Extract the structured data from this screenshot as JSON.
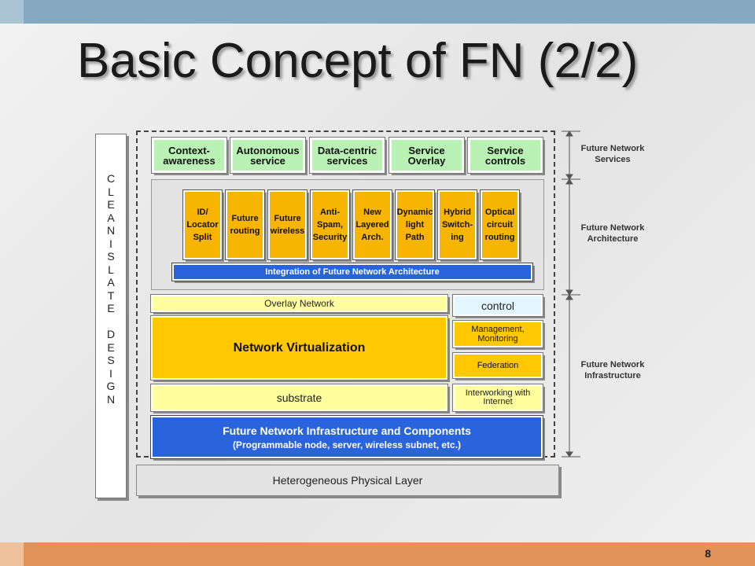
{
  "slide": {
    "title": "Basic Concept of FN (2/2)",
    "page_number": "8"
  },
  "side_label": [
    "C",
    "L",
    "E",
    "A",
    "N",
    "I",
    "S",
    "L",
    "A",
    "T",
    "E",
    "",
    "D",
    "E",
    "S",
    "I",
    "G",
    "N"
  ],
  "services": [
    {
      "line1": "Context-",
      "line2": "awareness"
    },
    {
      "line1": "Autonomous",
      "line2": "service"
    },
    {
      "line1": "Data-centric",
      "line2": "services"
    },
    {
      "line1": "Service",
      "line2": "Overlay"
    },
    {
      "line1": "Service",
      "line2": "controls"
    }
  ],
  "architecture_blocks": [
    [
      "ID/",
      "Locator",
      "Split"
    ],
    [
      "Future",
      "routing"
    ],
    [
      "Future",
      "wireless"
    ],
    [
      "Anti-",
      "Spam,",
      "Security"
    ],
    [
      "New",
      "Layered",
      "Arch."
    ],
    [
      "Dynamic",
      "light",
      "Path"
    ],
    [
      "Hybrid",
      "Switch-",
      "ing"
    ],
    [
      "Optical",
      "circuit",
      "routing"
    ]
  ],
  "integration_bar": "Integration of Future Network Architecture",
  "infrastructure": {
    "overlay_network": "Overlay Network",
    "network_virtualization": "Network Virtualization",
    "substrate": "substrate",
    "control": "control",
    "management": [
      "Management,",
      "Monitoring"
    ],
    "federation": "Federation",
    "interworking": [
      "Interworking with",
      "Internet"
    ],
    "components_line1": "Future Network Infrastructure and Components",
    "components_line2": "(Programmable node, server, wireless subnet, etc.)"
  },
  "physical_layer": "Heterogeneous Physical Layer",
  "right_labels": [
    [
      "Future Network",
      "Services"
    ],
    [
      "Future Network",
      "Architecture"
    ],
    [
      "Future Network",
      "Infrastructure"
    ]
  ],
  "colors": {
    "top_bar": "#84a9c0",
    "bottom_bar": "#e2935a",
    "service_green": "#b9f2b4",
    "arch_orange": "#f7b500",
    "integration_blue": "#2a64dd",
    "virtualization_yellow": "#ffc800",
    "overlay_light_yellow": "#ffff9e",
    "control_cyan": "#e4f6ff"
  }
}
